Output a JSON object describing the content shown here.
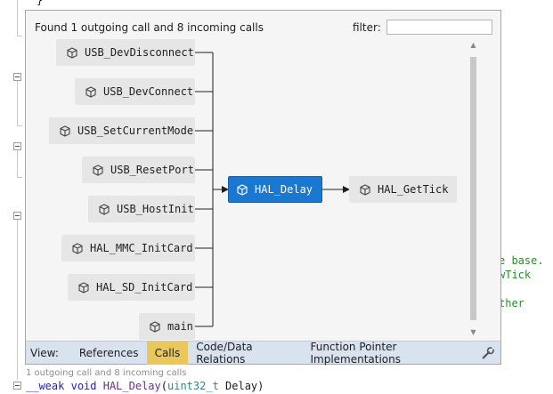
{
  "popup": {
    "header": "Found 1 outgoing call and 8 incoming calls",
    "filter_label": "filter:",
    "filter_value": "",
    "callers": [
      "USB_DevDisconnect",
      "USB_DevConnect",
      "USB_SetCurrentMode",
      "USB_ResetPort",
      "USB_HostInit",
      "HAL_MMC_InitCard",
      "HAL_SD_InitCard",
      "main"
    ],
    "selected": "HAL_Delay",
    "callee": "HAL_GetTick",
    "node_icon": "cube-icon",
    "view_label": "View:",
    "tabs": [
      {
        "label": "References",
        "active": false
      },
      {
        "label": "Calls",
        "active": true
      },
      {
        "label": "Code/Data Relations",
        "active": false
      },
      {
        "label": "Function Pointer Implementations",
        "active": false
      }
    ],
    "settings_icon": "wrench-icon"
  },
  "status_text": "1 outgoing call and 8 incoming calls",
  "editor": {
    "brace": "}",
    "snippets": [
      "e base.",
      "wTick",
      "ther"
    ],
    "signature": {
      "kw1": "__weak",
      "kw2": "void",
      "fn": "HAL_Delay",
      "open": "(",
      "type": "uint32_t",
      "param": " Delay",
      "close": ")"
    }
  },
  "colors": {
    "selected_node": "#1a77d2",
    "active_tab": "#e9c75a",
    "bar": "#d9e3f0"
  }
}
